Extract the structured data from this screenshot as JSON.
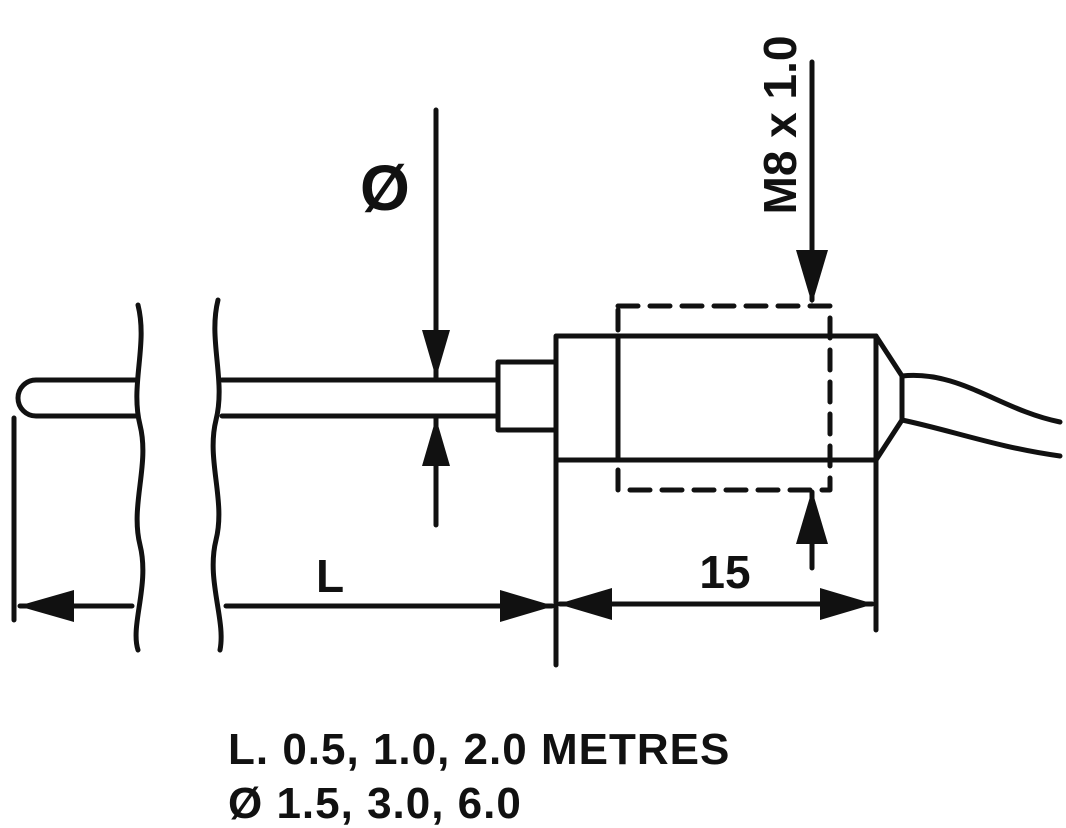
{
  "labels": {
    "diameter_symbol": "Ø",
    "thread": "M8 x 1.0",
    "length": "L",
    "body_length": "15"
  },
  "caption": {
    "line1": "L. 0.5, 1.0, 2.0 METRES",
    "line2": "Ø 1.5, 3.0, 6.0"
  },
  "colors": {
    "ink": "#111111",
    "paper": "#ffffff"
  }
}
